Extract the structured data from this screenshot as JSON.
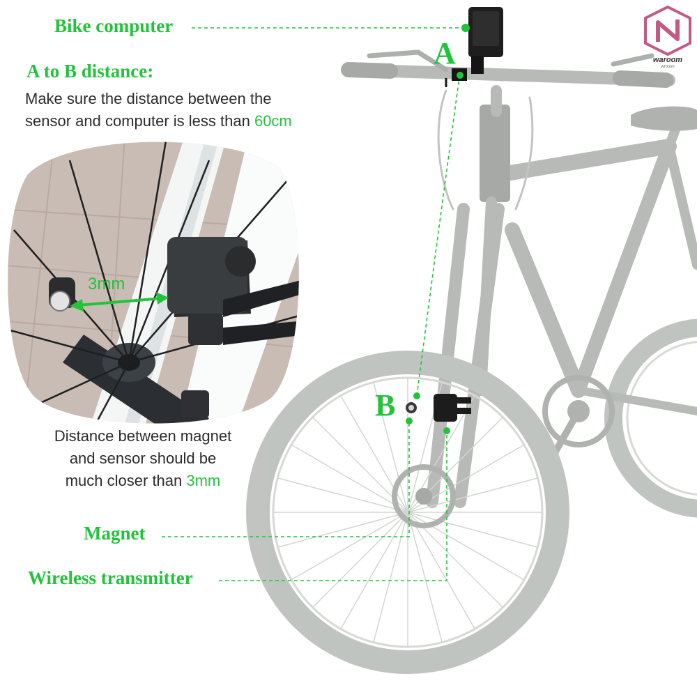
{
  "labels": {
    "bike_computer": "Bike computer",
    "a_to_b_title": "A to B distance:",
    "a_to_b_desc_line1": "Make sure the distance between the",
    "a_to_b_desc_line2_prefix": "sensor and computer is less than ",
    "a_to_b_desc_line2_value": "60cm",
    "gap_label": "3mm",
    "magnet_desc_line1": "Distance between magnet",
    "magnet_desc_line2": "and sensor should be",
    "magnet_desc_line3_prefix": "much closer than ",
    "magnet_desc_line3_value": "3mm",
    "magnet": "Magnet",
    "wireless_transmitter": "Wireless transmitter",
    "point_a": "A",
    "point_b": "B"
  },
  "logo": {
    "brand": "waroom",
    "sub": "wroovn"
  },
  "colors": {
    "accent": "#22c33a",
    "text": "#2b2b2b",
    "bike": "#9aa09a",
    "logo": "#c25a86"
  }
}
